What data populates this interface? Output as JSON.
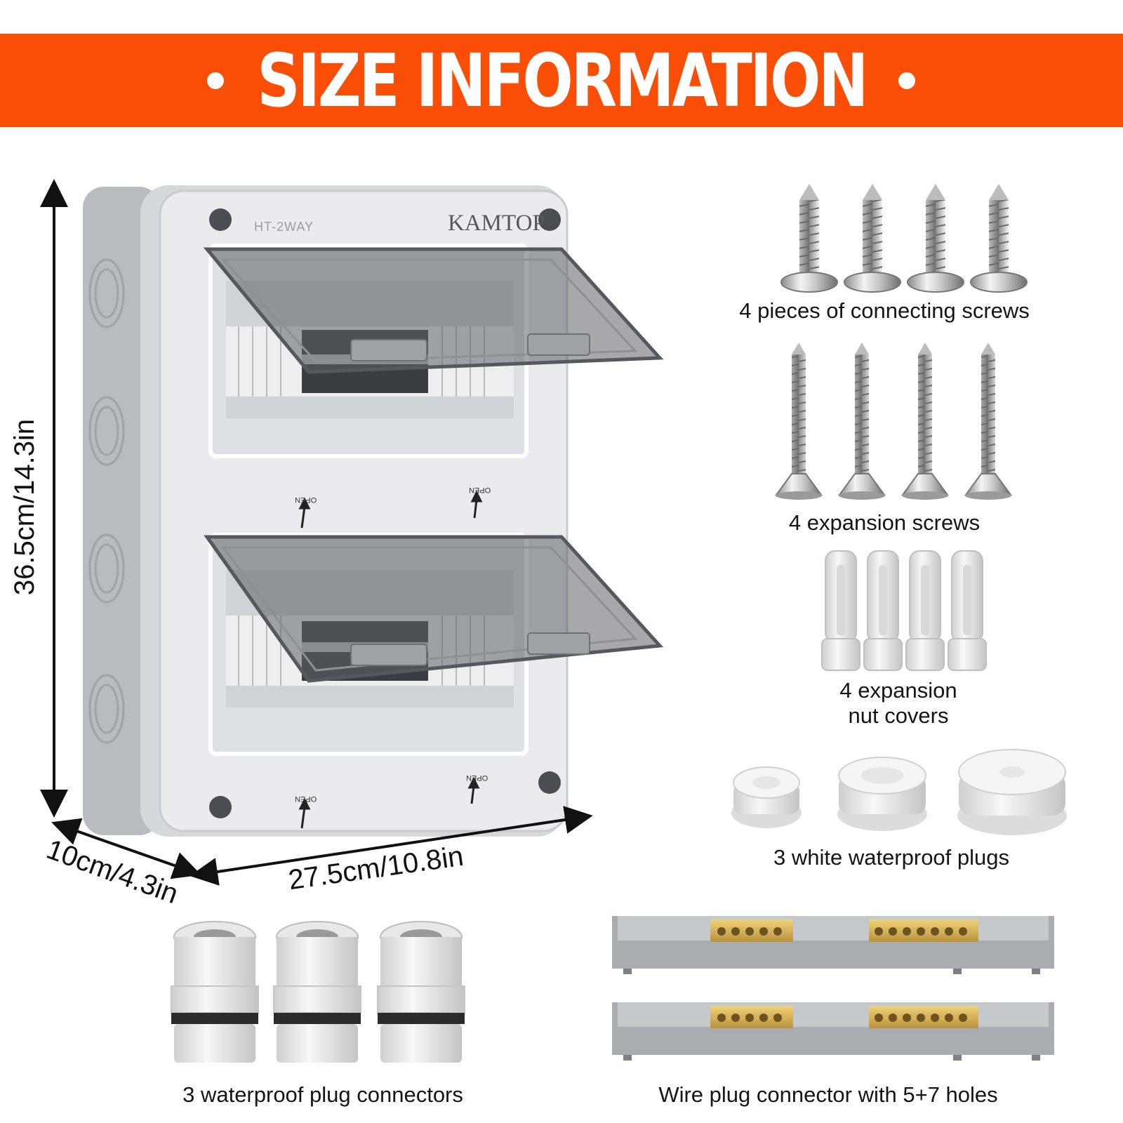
{
  "banner": {
    "title": "SIZE INFORMATION",
    "bg_color": "#fa4d06"
  },
  "box": {
    "model": "HT-2WAY",
    "brand": "KAMTOP",
    "open_label": "OPEN"
  },
  "dimensions": {
    "height": "36.5cm/14.3in",
    "width": "27.5cm/10.8in",
    "depth": "10cm/4.3in"
  },
  "captions": {
    "connecting_screws": "4 pieces of connecting screws",
    "expansion_screws": "4 expansion screws",
    "nut_covers_line1": "4 expansion",
    "nut_covers_line2": "nut covers",
    "waterproof_plugs": "3 white waterproof plugs",
    "plug_connectors": "3 waterproof plug connectors",
    "wire_connector": "Wire plug connector with 5+7 holes"
  }
}
